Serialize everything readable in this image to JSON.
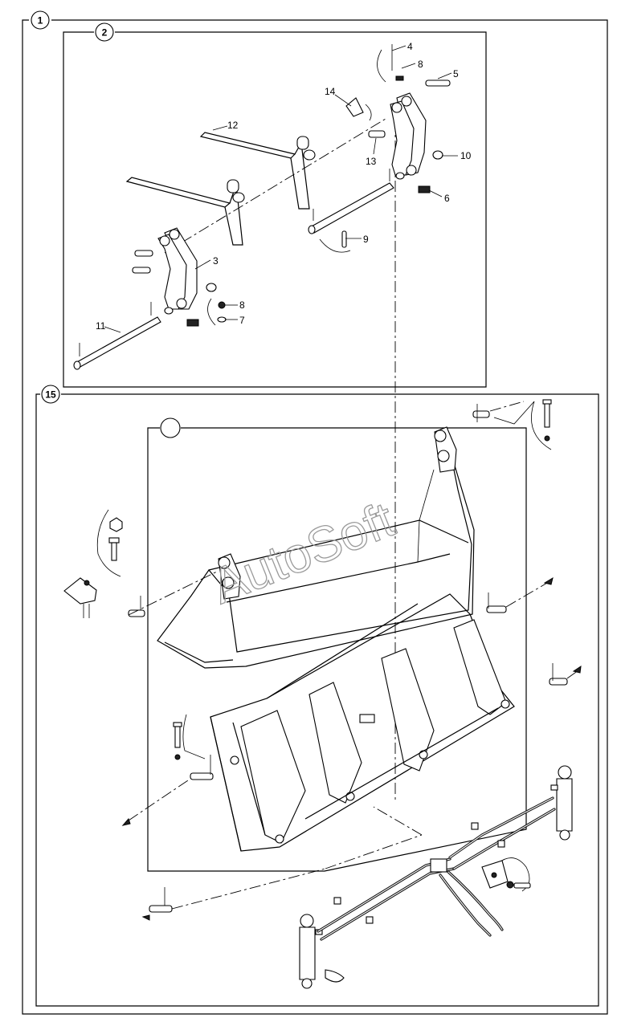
{
  "assemblies": {
    "main_ref": "1",
    "fork_ref": "2",
    "bucket_ref": "15",
    "bucket_sub_ref": ""
  },
  "part_labels": [
    "4",
    "8",
    "5",
    "14",
    "12",
    "10",
    "13",
    "6",
    "9",
    "3",
    "8",
    "7",
    "11"
  ],
  "watermark": "AutoSoft"
}
